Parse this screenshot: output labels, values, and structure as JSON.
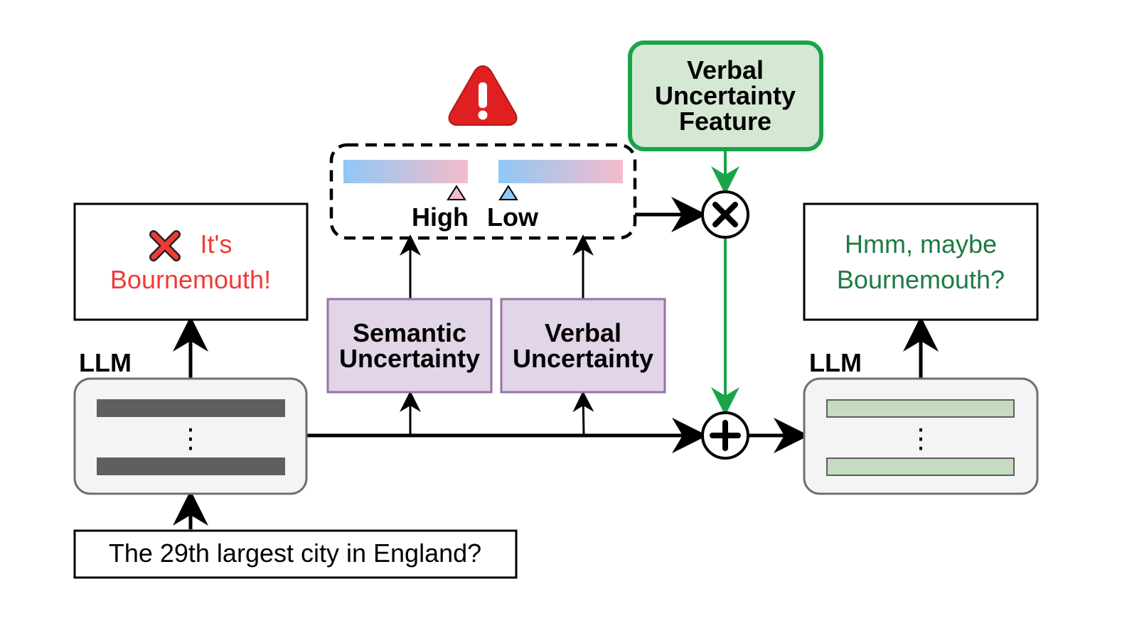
{
  "question": "The 29th largest city in England?",
  "left_model_label": "LLM",
  "right_model_label": "LLM",
  "wrong_answer": {
    "line1": "It's",
    "line2": "Bournemouth!",
    "mark": "cross-icon",
    "color": "#ef3b36"
  },
  "hedged_answer": {
    "line1": "Hmm, maybe",
    "line2": "Bournemouth?",
    "color": "#1e7a44"
  },
  "semantic_box": {
    "line1": "Semantic",
    "line2": "Uncertainty"
  },
  "verbal_box": {
    "line1": "Verbal",
    "line2": "Uncertainty"
  },
  "feature_box": {
    "line1": "Verbal",
    "line2": "Uncertainty",
    "line3": "Feature"
  },
  "meter_high_label": "High",
  "meter_low_label": "Low",
  "ellipsis": "⋮",
  "operators": {
    "multiply": "multiply-icon",
    "add": "plus-icon"
  },
  "warning_icon": "warning-icon",
  "colors": {
    "accent_green": "#1aa44a",
    "feature_fill": "#d5e8d4",
    "purple_fill": "#e1d5e7",
    "purple_stroke": "#9673a6",
    "layer_gray": "#5f5f5f",
    "layer_green": "#c5dcc0",
    "warning_red": "#e02020",
    "gradient_start": "#8fc8f5",
    "gradient_end": "#f5bccb"
  }
}
